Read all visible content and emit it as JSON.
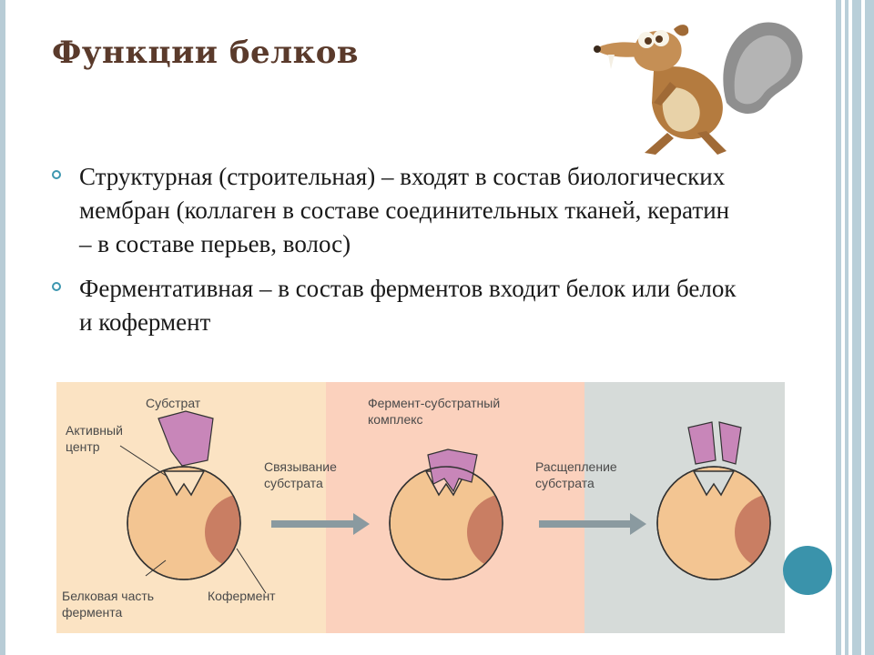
{
  "slide": {
    "title": "Функции белков"
  },
  "bullets": [
    {
      "text": "Структурная (строительная) – входят в состав биологических мембран (коллаген в составе соединительных тканей, кератин – в составе перьев, волос)"
    },
    {
      "text": "Ферментативная – в состав ферментов входит белок или белок и кофермент"
    }
  ],
  "diagram": {
    "labels": {
      "substrate": "Субстрат",
      "active_center_1": "Активный",
      "active_center_2": "центр",
      "binding_1": "Связывание",
      "binding_2": "субстрата",
      "complex_1": "Фермент-субстратный",
      "complex_2": "комплекс",
      "cleavage_1": "Расщепление",
      "cleavage_2": "субстрата",
      "protein_part_1": "Белковая часть",
      "protein_part_2": "фермента",
      "coenzyme": "Кофермент"
    },
    "colors": {
      "panel_1": "#fbe3c3",
      "panel_2": "#fbd1bd",
      "panel_3": "#d6dbd9",
      "enzyme": "#f3c592",
      "coenzyme": "#c97e63",
      "substrate": "#c886b9",
      "arrow": "#8a9aa0"
    }
  },
  "decor": {
    "accent": "#3a93ab",
    "frame": "#b9cfd9",
    "title_color": "#5a3a2b",
    "squirrel_icon": "squirrel-illustration-icon"
  }
}
